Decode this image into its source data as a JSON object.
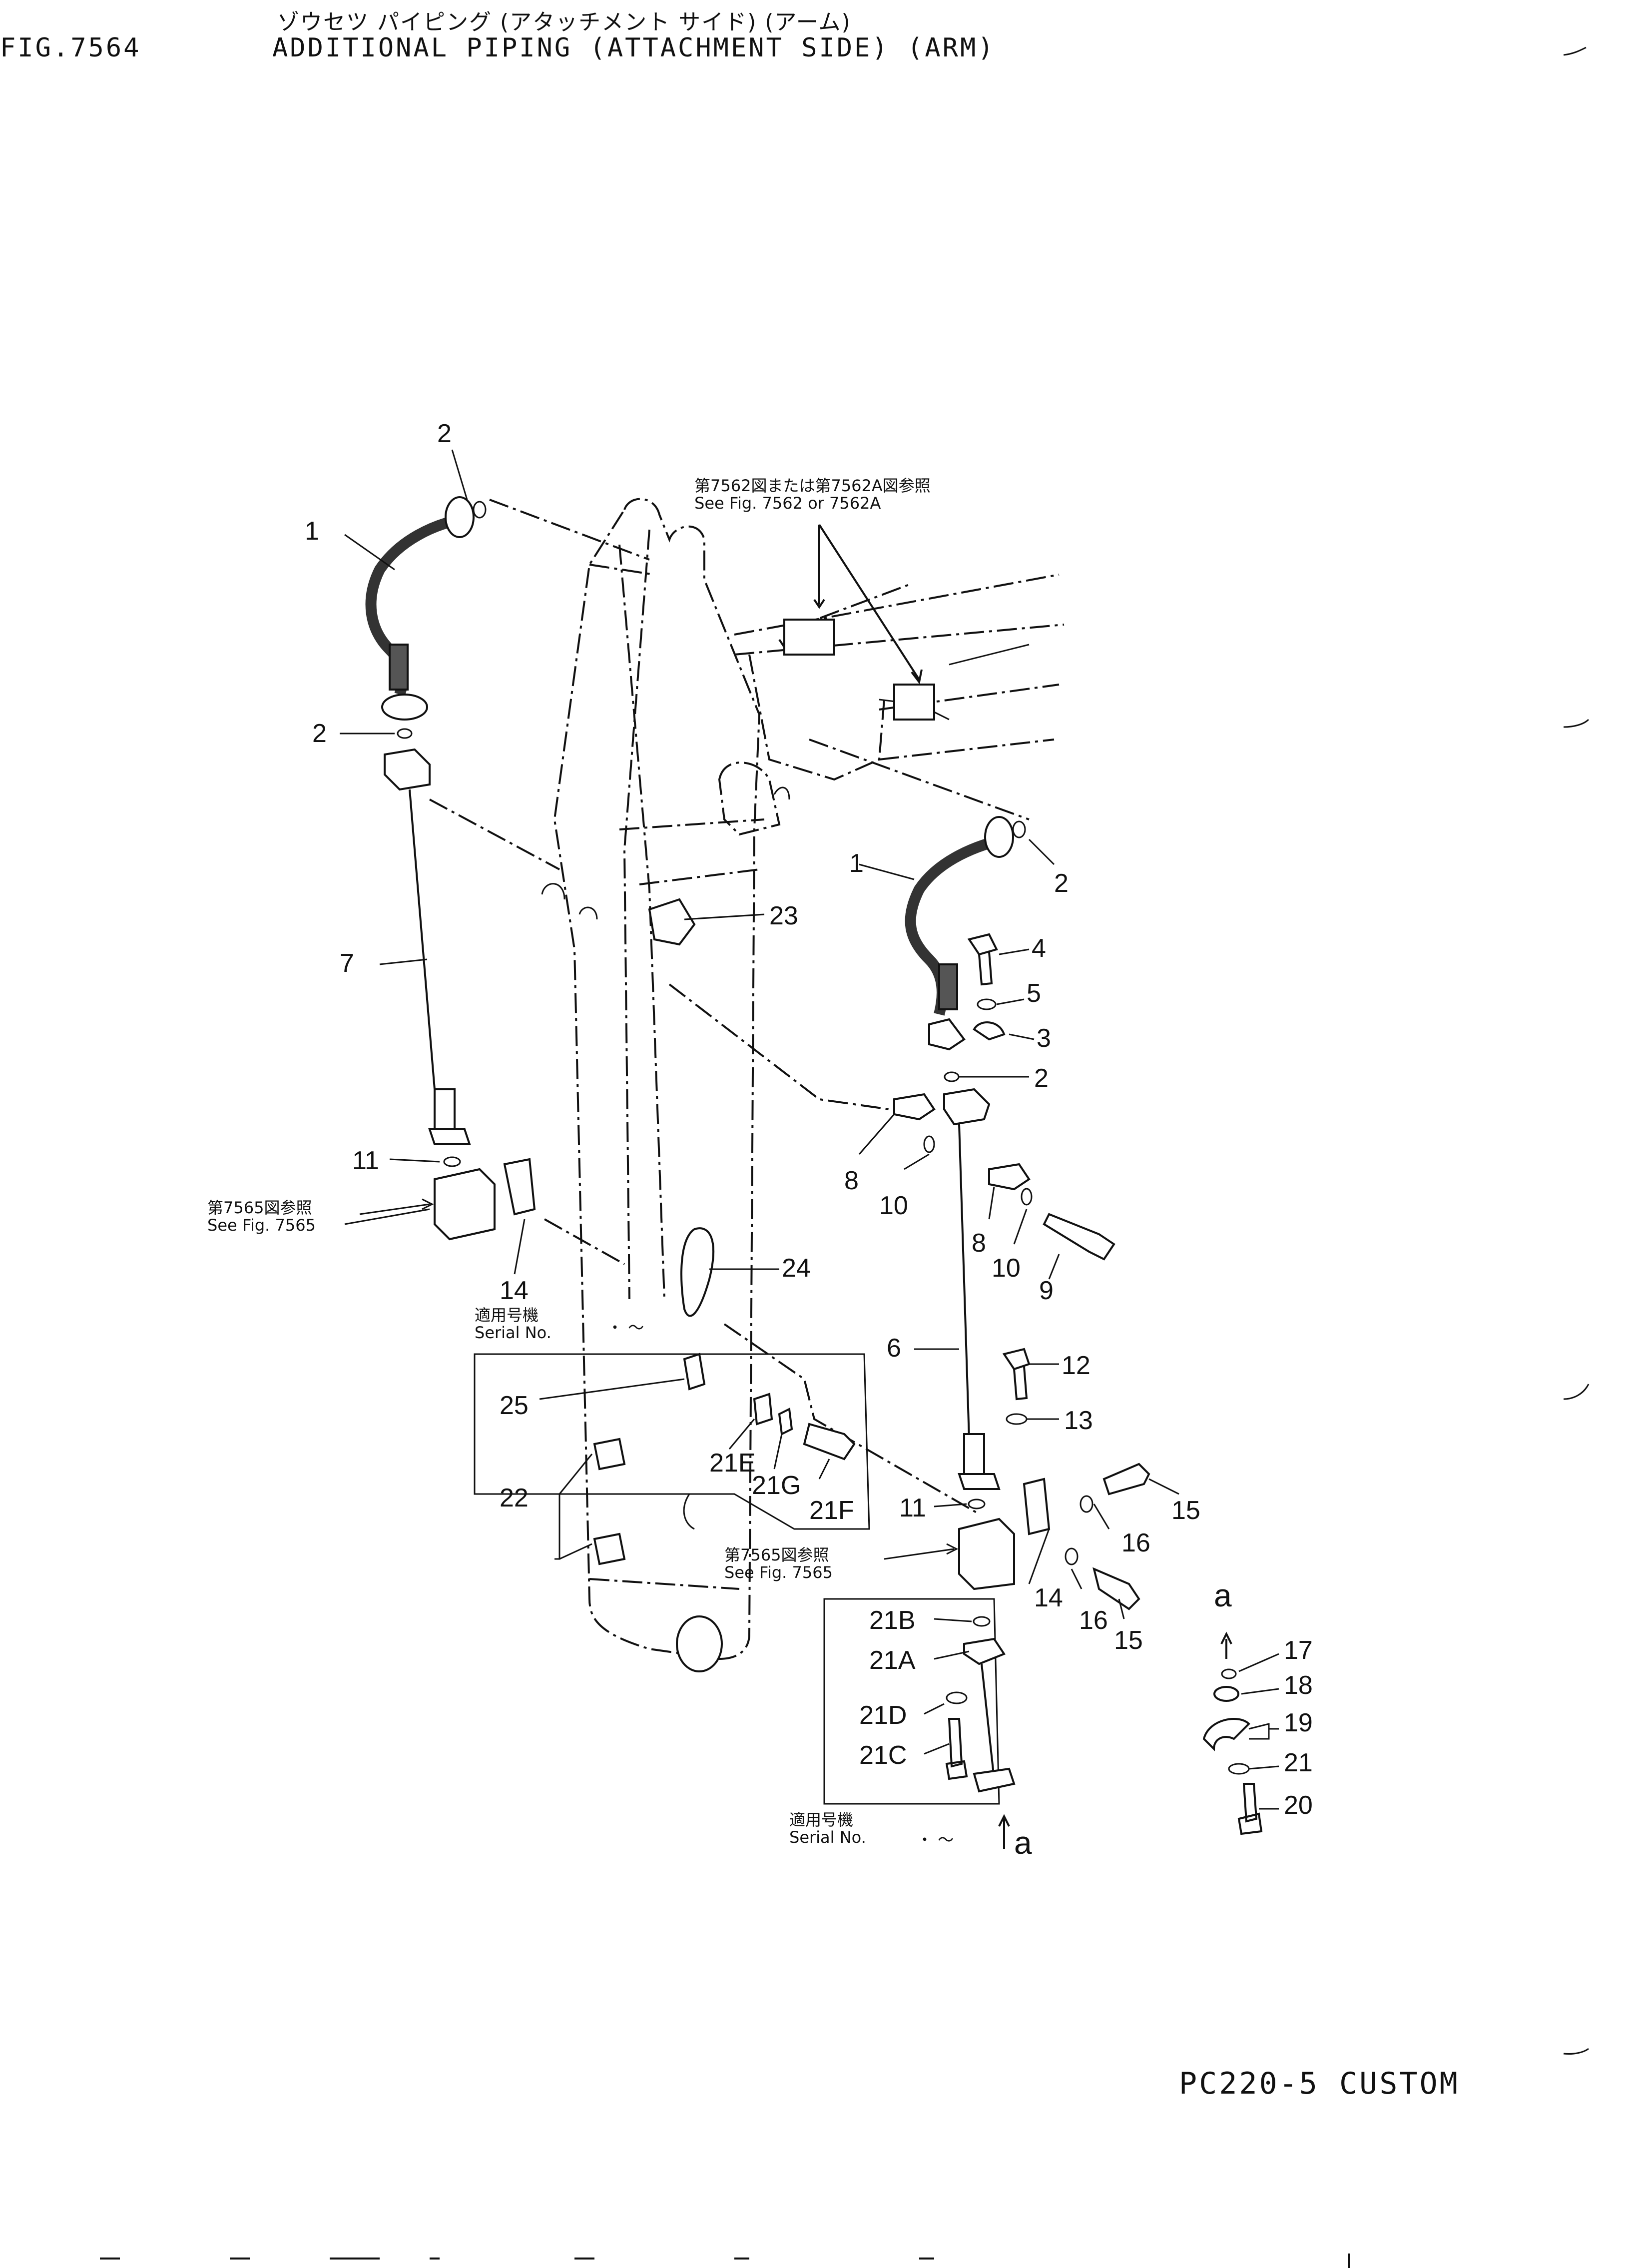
{
  "header": {
    "fig_no": "FIG.7564",
    "title_jp": "ゾウセツ パイピング (アタッチメント サイド) (アーム)",
    "title_en": "ADDITIONAL PIPING (ATTACHMENT SIDE) (ARM)"
  },
  "footer": {
    "model": "PC220-5 CUSTOM"
  },
  "refs": {
    "ref_7562_jp": "第7562図または第7562A図参照",
    "ref_7562_en": "See Fig. 7562 or 7562A",
    "ref_7565_left_jp": "第7565図参照",
    "ref_7565_left_en": "See Fig. 7565",
    "ref_7565_right_jp": "第7565図参照",
    "ref_7565_right_en": "See Fig. 7565",
    "serial_left_jp": "適用号機",
    "serial_left_en": "Serial No.",
    "serial_left_range": "・ ～",
    "serial_right_jp": "適用号機",
    "serial_right_en": "Serial No.",
    "serial_right_range": "・ ～"
  },
  "callouts": {
    "c1a": "1",
    "c2a": "2",
    "c2b": "2",
    "c7": "7",
    "c11a": "11",
    "c14a": "14",
    "c23": "23",
    "c24": "24",
    "c25": "25",
    "c22": "22",
    "c21e": "21E",
    "c21g": "21G",
    "c21f": "21F",
    "c1b": "1",
    "c2c": "2",
    "c4": "4",
    "c5": "5",
    "c3": "3",
    "c2d": "2",
    "c8a": "8",
    "c10a": "10",
    "c8b": "8",
    "c10b": "10",
    "c9": "9",
    "c6": "6",
    "c12": "12",
    "c13": "13",
    "c11b": "11",
    "c15a": "15",
    "c16a": "16",
    "c14b": "14",
    "c16b": "16",
    "c15b": "15",
    "c21b": "21B",
    "c21a": "21A",
    "c21d": "21D",
    "c21c": "21C",
    "ca1": "a",
    "ca2": "a",
    "c17": "17",
    "c18": "18",
    "c19": "19",
    "c21": "21",
    "c20": "20"
  }
}
